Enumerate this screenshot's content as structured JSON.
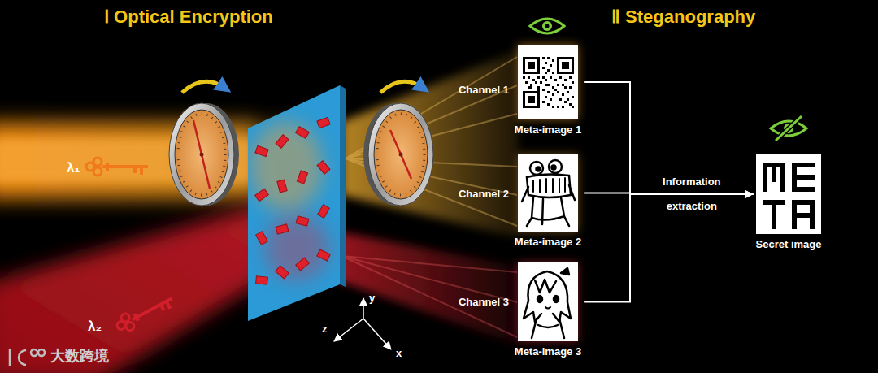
{
  "diagram": {
    "nodes": [
      {
        "text": [
          "Meta-image 1"
        ]
      },
      {
        "text": [
          "Meta-image 2"
        ]
      },
      {
        "text": [
          "Meta-image 3"
        ]
      },
      {
        "text": [
          "Secret image"
        ]
      }
    ],
    "edges": [
      {
        "from": 0,
        "to": 3,
        "arrow": "to"
      },
      {
        "from": 1,
        "to": 3,
        "label": "Information extraction",
        "arrow": "to"
      },
      {
        "from": 2,
        "to": 3,
        "arrow": "to"
      }
    ],
    "labels": [
      "Ⅰ Optical Encryption",
      "Ⅱ Steganography",
      "Channel 1",
      "Channel 2",
      "Channel 3",
      "λ₁",
      "λ₂",
      "y",
      "z",
      "x",
      "大数跨境"
    ]
  }
}
